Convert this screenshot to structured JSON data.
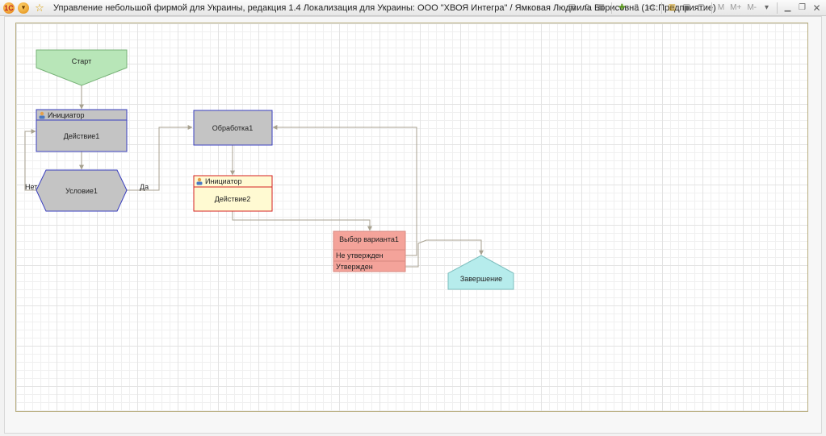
{
  "window": {
    "title": "Управление небольшой фирмой для Украины, редакция 1.4 Локализация для Украины: ООО \"ХВОЯ Интегра\" / Ямковая Людмила Борисовна  (1С:Предприятие)",
    "toolbar": {
      "m_label": "M",
      "m_plus_label": "M+",
      "m_minus_label": "M-"
    }
  },
  "diagram": {
    "start": {
      "label": "Старт"
    },
    "action1": {
      "header": "Инициатор",
      "label": "Действие1"
    },
    "condition1": {
      "label": "Условие1",
      "yes": "Да",
      "no": "Нет"
    },
    "processing1": {
      "label": "Обработка1"
    },
    "action2": {
      "header": "Инициатор",
      "label": "Действие2"
    },
    "choice1": {
      "label": "Выбор варианта1",
      "options": [
        "Не утвержден",
        "Утвержден"
      ]
    },
    "end": {
      "label": "Завершение"
    }
  },
  "colors": {
    "start_fill": "#b8e6b8",
    "action_fill": "#c4c4c4",
    "action_border": "#3a3fbf",
    "processing_fill": "#c4c4c4",
    "action2_fill": "#fffad2",
    "action2_border": "#d42020",
    "choice_fill": "#f4a39a",
    "end_fill": "#b6ecec",
    "connector": "#a8a290"
  }
}
